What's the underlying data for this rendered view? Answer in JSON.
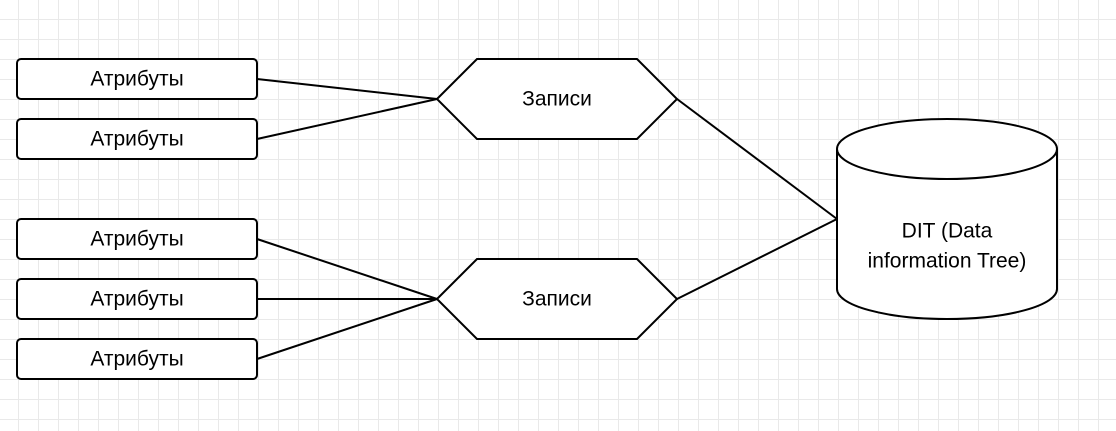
{
  "colors": {
    "stroke": "#000000",
    "fill": "#ffffff",
    "grid": "#e9e9e9",
    "text": "#000000"
  },
  "attributes": [
    {
      "label": "Атрибуты"
    },
    {
      "label": "Атрибуты"
    },
    {
      "label": "Атрибуты"
    },
    {
      "label": "Атрибуты"
    },
    {
      "label": "Атрибуты"
    }
  ],
  "entries": [
    {
      "label": "Записи"
    },
    {
      "label": "Записи"
    }
  ],
  "database": {
    "label_line1": "DIT (Data",
    "label_line2": "information Tree)"
  }
}
